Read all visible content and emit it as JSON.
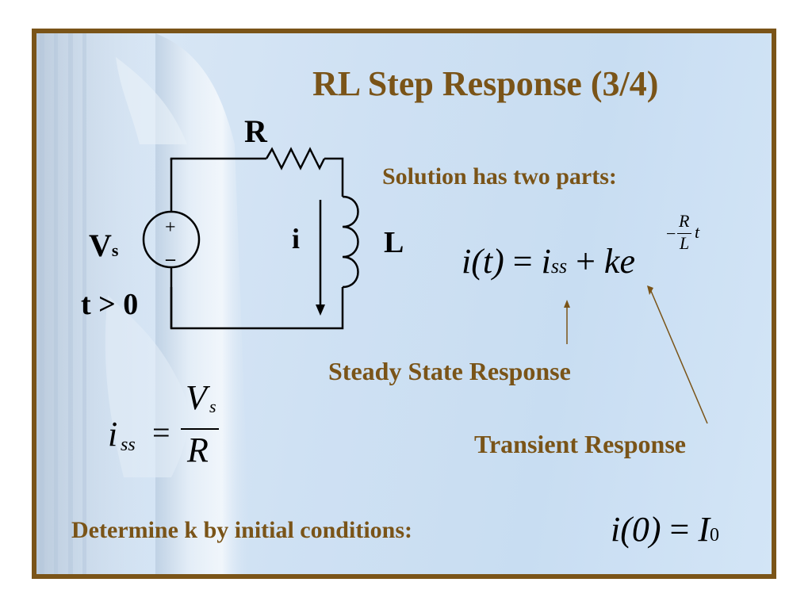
{
  "slide": {
    "title": "RL Step Response  (3/4)",
    "solution_heading": "Solution has two parts:",
    "steady_state_label": "Steady State Response",
    "transient_label": "Transient Response",
    "determine_k_text": "Determine k by initial conditions:"
  },
  "circuit": {
    "resistor_label": "R",
    "source_label_main": "V",
    "source_label_sub": "s",
    "source_plus": "+",
    "source_minus": "–",
    "time_condition": "t > 0",
    "current_label": "i",
    "inductor_label": "L"
  },
  "equations": {
    "main": {
      "lhs": "i(t)",
      "eq": "=",
      "iss_main": "i",
      "iss_sub": "ss",
      "plus": "+",
      "k": "k",
      "e": "e",
      "exp_minus": "−",
      "exp_num": "R",
      "exp_den": "L",
      "exp_t": "t"
    },
    "iss": {
      "lhs_main": "i",
      "lhs_sub": "ss",
      "eq": "=",
      "num_main": "V",
      "num_sub": "s",
      "den": "R"
    },
    "initial": {
      "lhs": "i(0)",
      "eq": "=",
      "rhs_main": "I",
      "rhs_sub": "0"
    }
  },
  "colors": {
    "accent_brown": "#7a5418",
    "background_blue": "#cfe1f3",
    "ink": "#000000"
  }
}
